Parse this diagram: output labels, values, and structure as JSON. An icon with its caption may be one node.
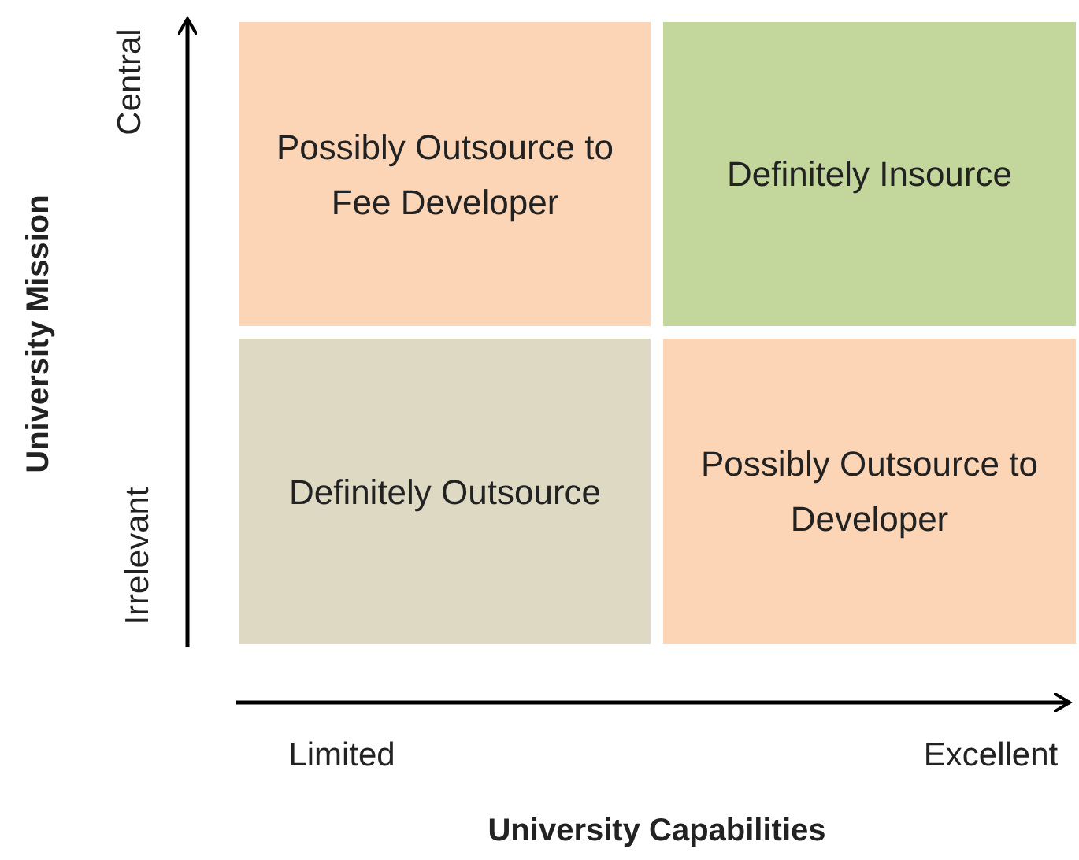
{
  "diagram": {
    "nodes": [
      {
        "text": [
          "Possibly Outsource to Fee Developer"
        ]
      },
      {
        "text": [
          "Definitely Insource"
        ]
      },
      {
        "text": [
          "Definitely Outsource"
        ]
      },
      {
        "text": [
          "Possibly Outsource to Developer"
        ]
      }
    ],
    "labels": [
      "University Mission",
      "Central",
      "Irrelevant",
      "Limited",
      "Excellent",
      "University Capabilities"
    ]
  }
}
